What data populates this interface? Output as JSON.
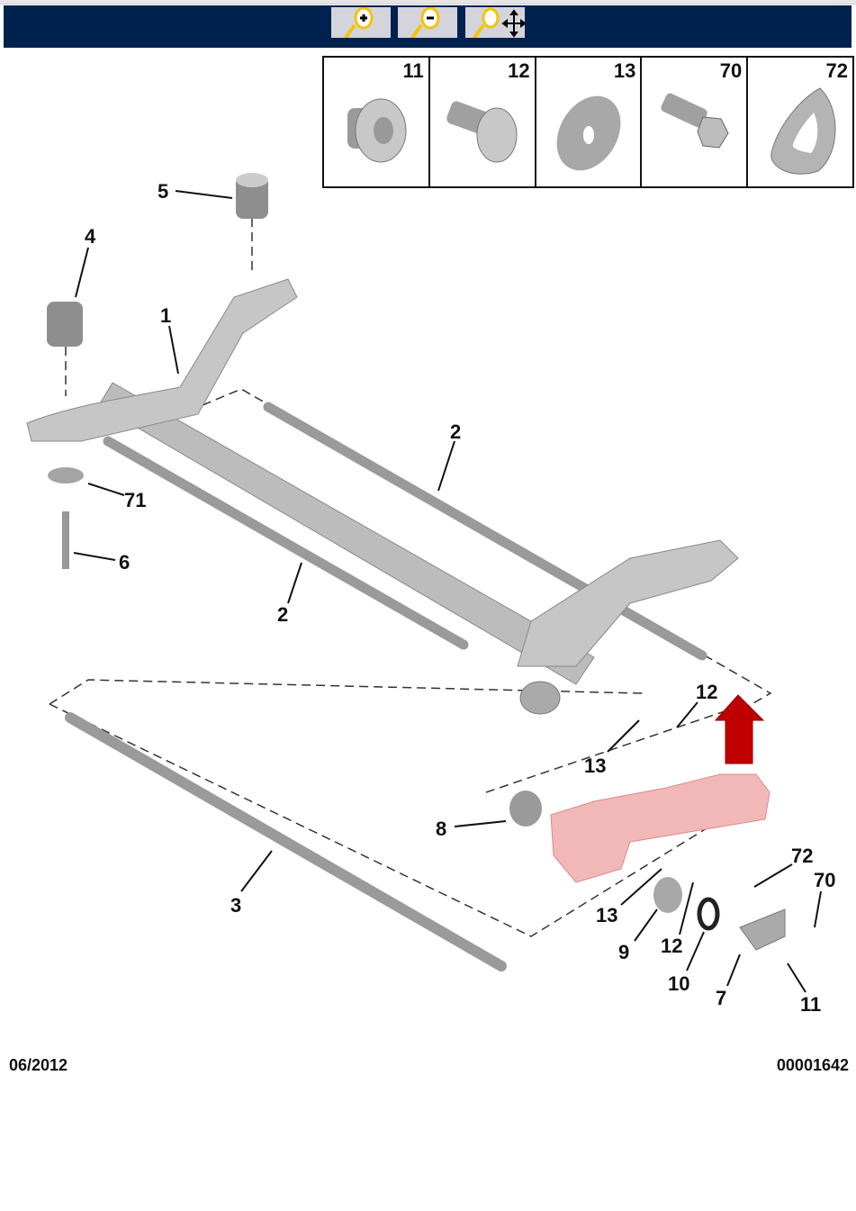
{
  "toolbar": {
    "buttons": [
      {
        "icon": "zoom-in-icon"
      },
      {
        "icon": "zoom-out-icon"
      },
      {
        "icon": "zoom-pan-icon"
      }
    ]
  },
  "legend": {
    "items": [
      {
        "number": "11",
        "part": "plug-screw"
      },
      {
        "number": "12",
        "part": "torx-screw"
      },
      {
        "number": "13",
        "part": "flat-washer"
      },
      {
        "number": "70",
        "part": "hex-bolt"
      },
      {
        "number": "72",
        "part": "curved-washer"
      }
    ]
  },
  "callouts": {
    "c5": "5",
    "c4": "4",
    "c1": "1",
    "c2a": "2",
    "c71": "71",
    "c6": "6",
    "c2b": "2",
    "c12a": "12",
    "c13a": "13",
    "c8": "8",
    "c72": "72",
    "c70": "70",
    "c3": "3",
    "c13b": "13",
    "c12b": "12",
    "c9": "9",
    "c10": "10",
    "c7": "7",
    "c11": "11"
  },
  "colors": {
    "toolbar": "#00224f",
    "highlight": "#f2b8b8",
    "arrow": "#c00000"
  },
  "footer": {
    "date": "06/2012",
    "code": "00001642"
  }
}
